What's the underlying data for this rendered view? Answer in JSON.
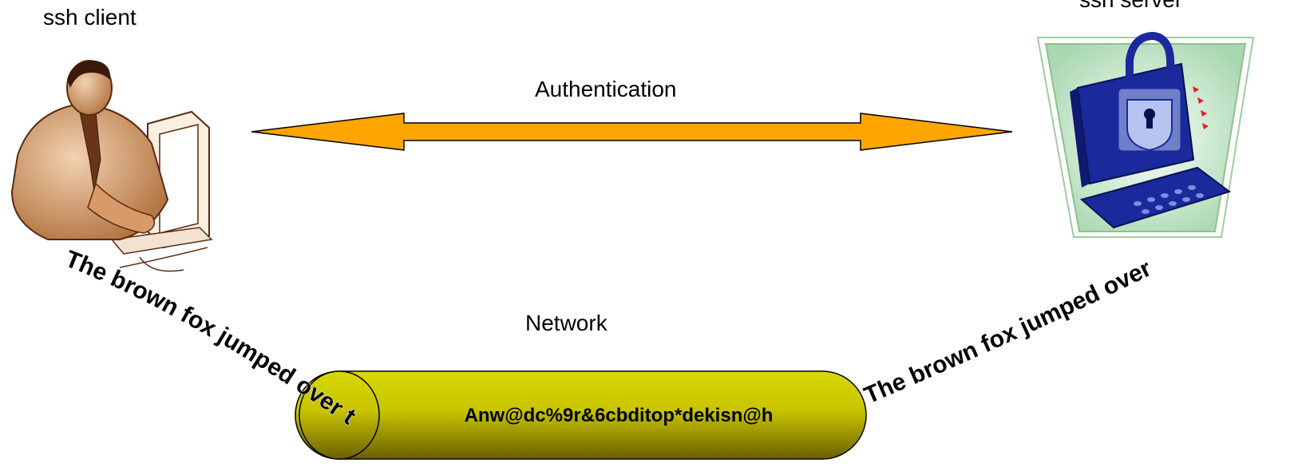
{
  "labels": {
    "client": "ssh client",
    "server": "ssh server",
    "authentication": "Authentication",
    "network": "Network"
  },
  "pipe_text": "Anw@dc%9r&6cbditop*dekisn@h",
  "wordart_left": "The brown fox jumped over the cow",
  "wordart_right": "The brown fox jumped over the cow",
  "icons": {
    "client": "person-at-computer-icon",
    "server": "locked-computer-icon"
  },
  "colors": {
    "arrow_fill": "#FFA500",
    "arrow_stroke": "#000000",
    "pipe_top": "#D8D800",
    "pipe_bottom": "#6B5F00",
    "server_lock": "#1A2A9C",
    "server_frame": "#C8E8C8",
    "client_skin": "#C68A5C"
  }
}
